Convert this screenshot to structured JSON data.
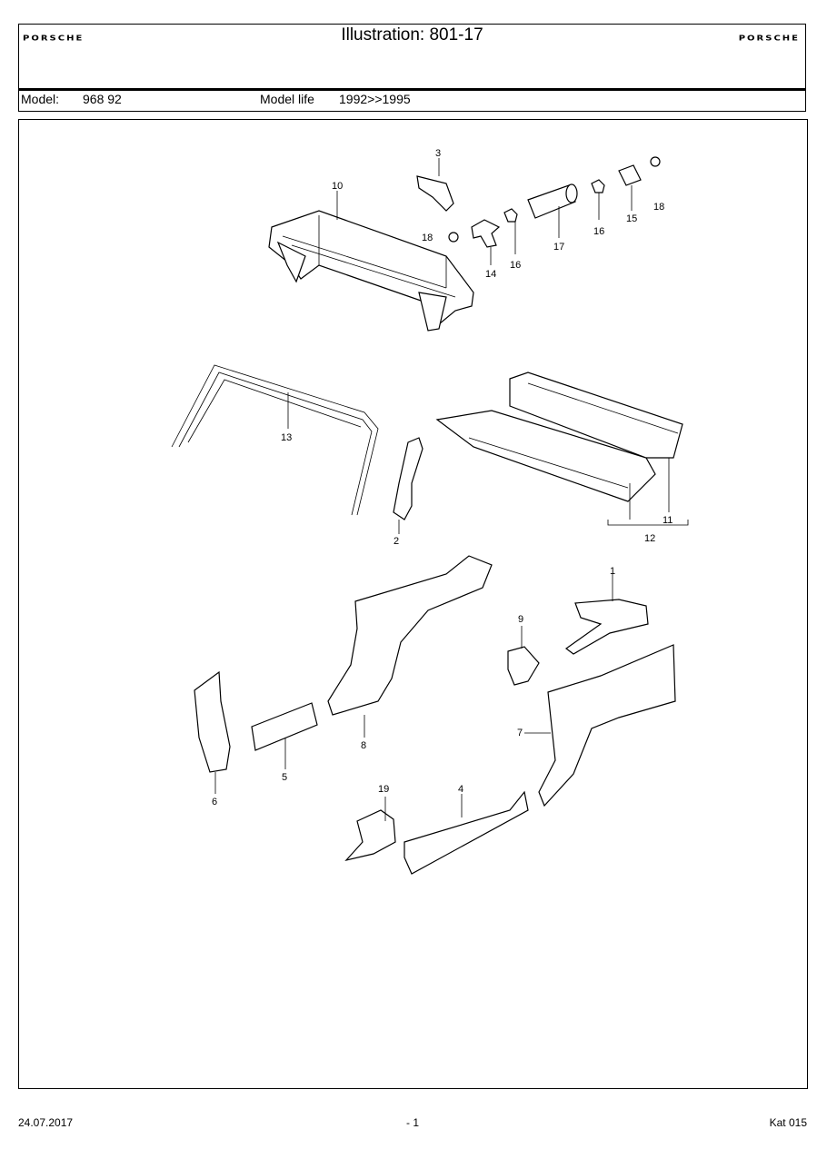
{
  "header": {
    "logo_left": "PORSCHE",
    "logo_right": "PORSCHE",
    "title": "Illustration: 801-17"
  },
  "model": {
    "model_label": "Model:",
    "model_value": "968 92",
    "life_label": "Model life",
    "life_value": "1992>>1995"
  },
  "callouts": [
    "1",
    "2",
    "3",
    "4",
    "5",
    "6",
    "7",
    "8",
    "9",
    "10",
    "11",
    "12",
    "13",
    "14",
    "15",
    "16",
    "16",
    "17",
    "18",
    "18",
    "19"
  ],
  "footer": {
    "date": "24.07.2017",
    "page": "- 1",
    "catalog": "Kat 015"
  }
}
